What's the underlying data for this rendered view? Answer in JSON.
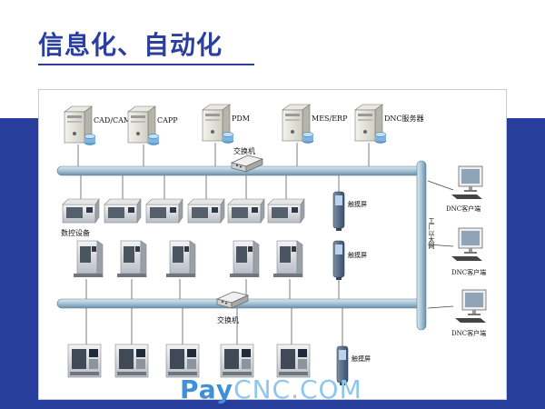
{
  "page": {
    "title": "信息化、自动化"
  },
  "servers": [
    {
      "label": "CAD/CAM"
    },
    {
      "label": "CAPP"
    },
    {
      "label": "PDM"
    },
    {
      "label": "MES/ERP"
    },
    {
      "label": "DNC服务器"
    }
  ],
  "diagram": {
    "switch_top": "交换机",
    "switch_bottom": "交换机",
    "cnc_label": "数控设备",
    "touch1": "触摸屏",
    "touch2": "触摸屏",
    "touch3": "触摸屏",
    "ethernet": "工厂以太网"
  },
  "clients": [
    {
      "label": "DNC客户端"
    },
    {
      "label": "DNC客户端"
    },
    {
      "label": "DNC客户端"
    }
  ],
  "watermark": {
    "part1": "Pay",
    "part2": "CNC.COM"
  },
  "colors": {
    "brand": "#2a3f9e",
    "bus": "#a3c3d6",
    "band": "#283e9c"
  }
}
